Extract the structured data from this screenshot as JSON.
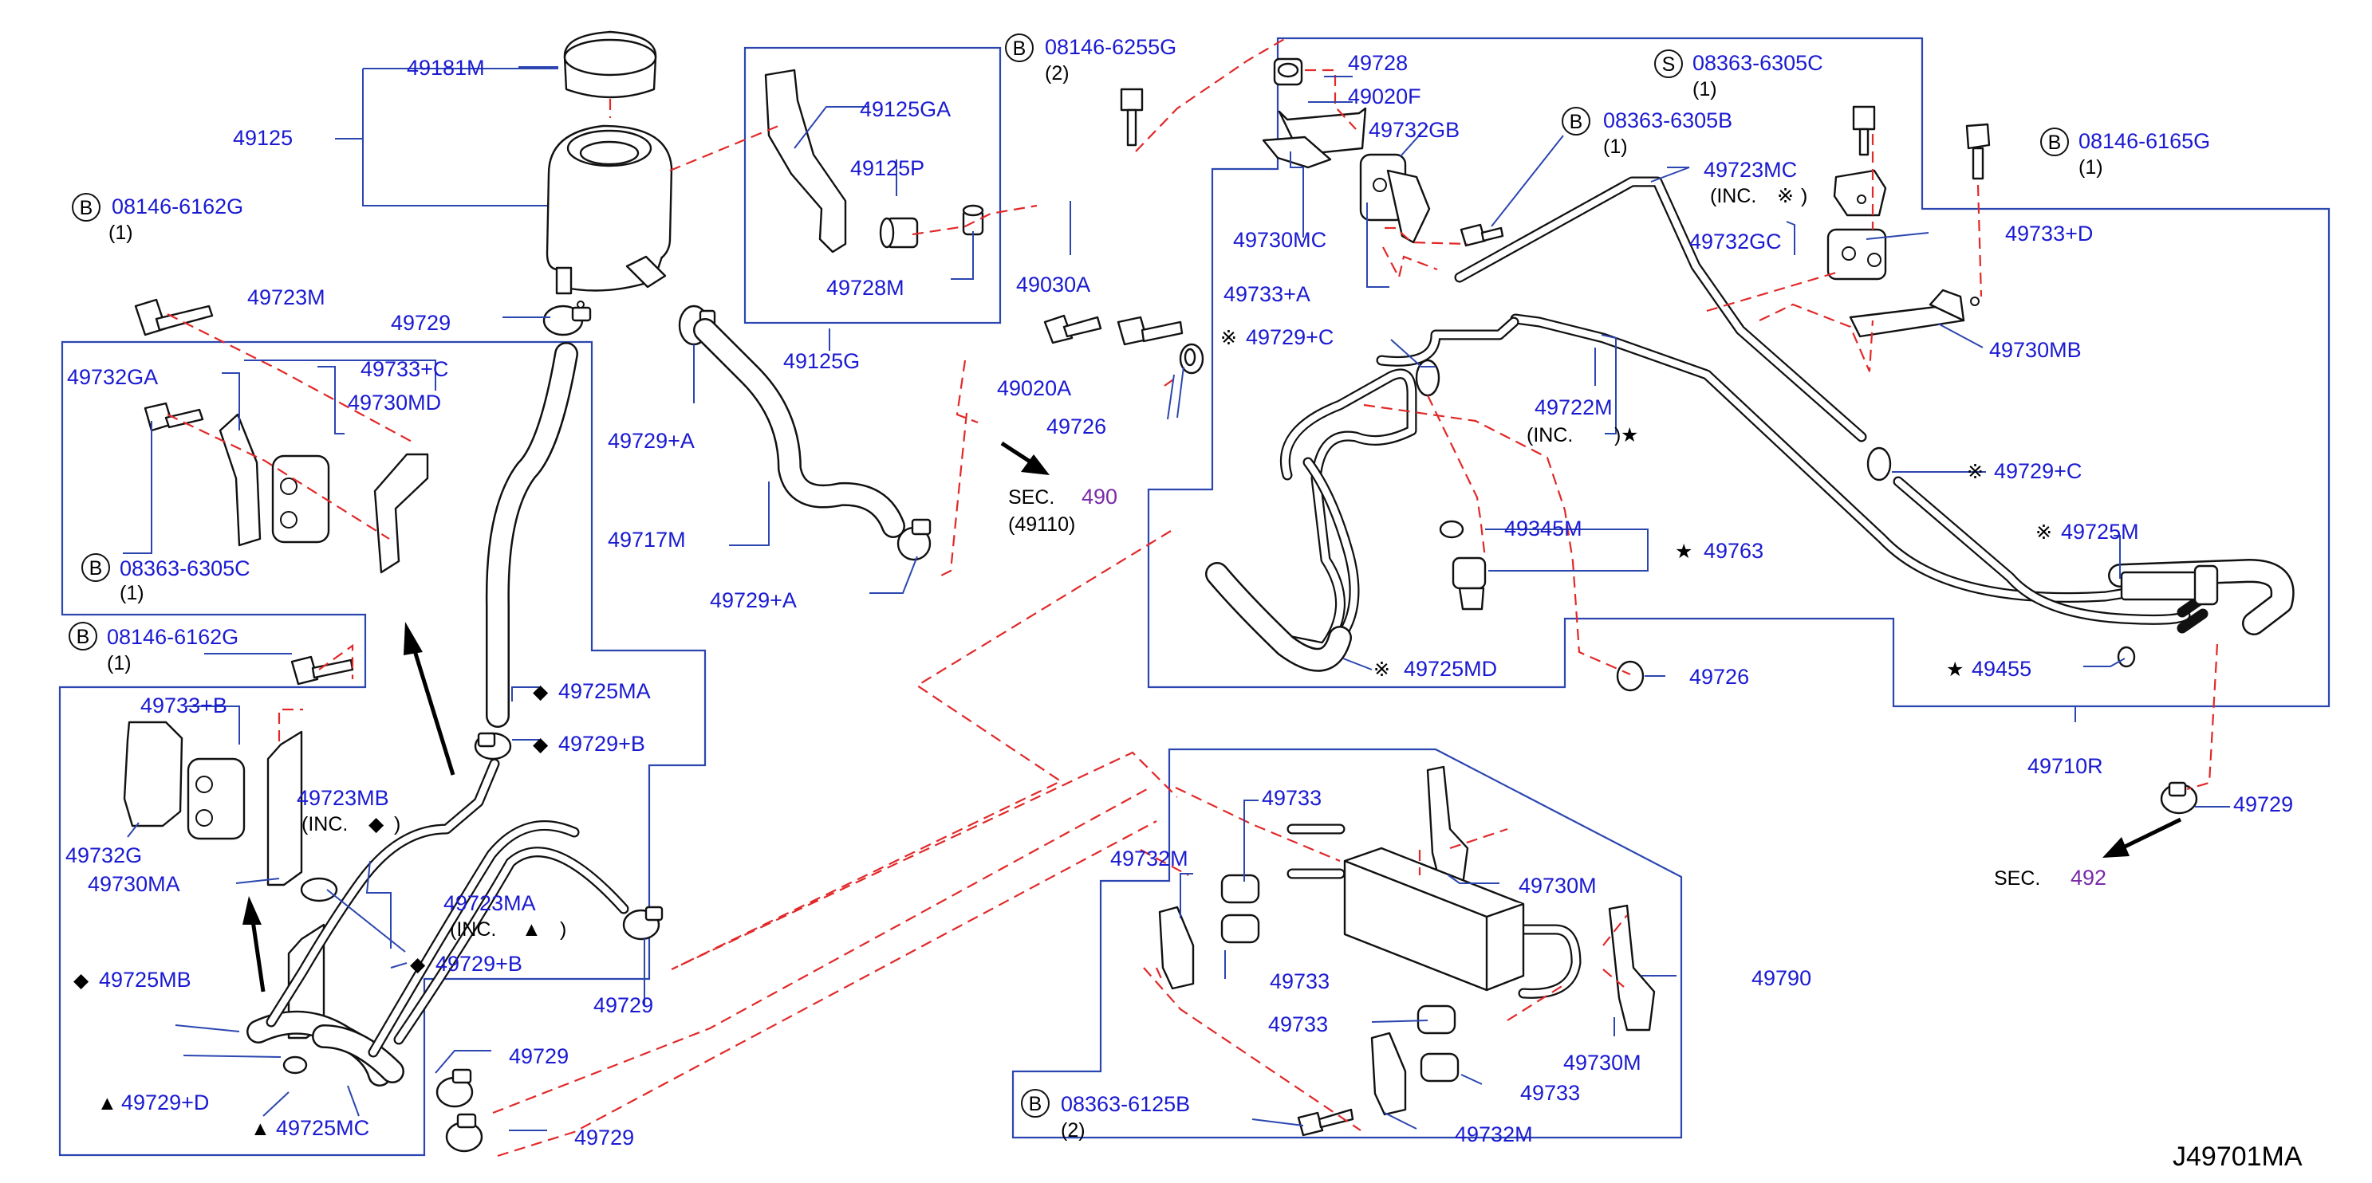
{
  "diagram_code": "J49701MA",
  "prefix_B": "B",
  "prefix_S": "S",
  "labels": {
    "p49181M": "49181M",
    "p49125": "49125",
    "b08146_6162G_top": "08146-6162G",
    "q1_a": "(1)",
    "p49723M": "49723M",
    "p49729_a": "49729",
    "p49732GA": "49732GA",
    "p49733C": "49733+C",
    "p49730MD": "49730MD",
    "b08363_6305C": "08363-6305C",
    "q1_b": "(1)",
    "b08146_6162G_mid": "08146-6162G",
    "q1_c": "(1)",
    "p49733B": "49733+B",
    "p49723MB": "49723MB",
    "inc_diamond": "(INC.",
    "close_paren_a": ")",
    "p49732G": "49732G",
    "p49730MA": "49730MA",
    "p49725MB": "49725MB",
    "p49729D": "49729+D",
    "p49725MC": "49725MC",
    "p49729_b": "49729",
    "p49729_c": "49729",
    "p49725MA": "49725MA",
    "p49729B_a": "49729+B",
    "p49723MA": "49723MA",
    "inc_triangle": "(INC.",
    "close_paren_b": ")",
    "p49729B_b": "49729+B",
    "p49729_d": "49729",
    "p49125GA": "49125GA",
    "p49125P": "49125P",
    "p49728M": "49728M",
    "p49030A": "49030A",
    "p49125G": "49125G",
    "p49729A_a": "49729+A",
    "p49717M": "49717M",
    "p49729A_b": "49729+A",
    "b08146_6255G": "08146-6255G",
    "q2_a": "(2)",
    "p49020A": "49020A",
    "p49726_a": "49726",
    "sec_a": "SEC.",
    "sec_a_num": "490",
    "sec_a_sub": "(49110)",
    "p49728": "49728",
    "p49020F": "49020F",
    "p49732GB": "49732GB",
    "p49730MC": "49730MC",
    "p49733A": "49733+A",
    "p49729C_a": "49729+C",
    "b08363_6305B": "08363-6305B",
    "q1_d": "(1)",
    "s08363_6305C": "08363-6305C",
    "q1_e": "(1)",
    "p49723MC": "49723MC",
    "inc_ref": "(INC.",
    "close_paren_c": ")",
    "p49732GC": "49732GC",
    "b08146_6165G": "08146-6165G",
    "q1_f": "(1)",
    "p49733D": "49733+D",
    "p49730MB": "49730MB",
    "p49722M": "49722M",
    "inc_star": "(INC.",
    "close_paren_d": ")",
    "p49729C_b": "49729+C",
    "p49725M": "49725M",
    "p49345M": "49345M",
    "p49763": "49763",
    "p49725MD": "49725MD",
    "p49726_b": "49726",
    "p49455": "49455",
    "p49710R": "49710R",
    "p49729_e": "49729",
    "sec_b": "SEC.",
    "sec_b_num": "492",
    "p49733_a": "49733",
    "p49732M_a": "49732M",
    "p49730M_a": "49730M",
    "p49733_b": "49733",
    "p49790": "49790",
    "p49733_c": "49733",
    "p49730M_b": "49730M",
    "p49733_d": "49733",
    "b08363_6125B": "08363-6125B",
    "q2_b": "(2)",
    "p49732M_b": "49732M"
  },
  "marks": {
    "diamond": "◆",
    "triangle": "▲",
    "star": "★",
    "reference": "※"
  },
  "colors": {
    "label_blue": "#1a1ad2",
    "frame_blue": "#2b46b0",
    "dashed_red": "#e22828",
    "section_purple": "#7a2aa8",
    "ink": "#111111"
  },
  "icons": [
    "bolt-icon",
    "clamp-icon",
    "grommet-icon",
    "bracket-icon",
    "o-ring-icon",
    "pressure-switch-icon",
    "direction-arrow-icon"
  ]
}
